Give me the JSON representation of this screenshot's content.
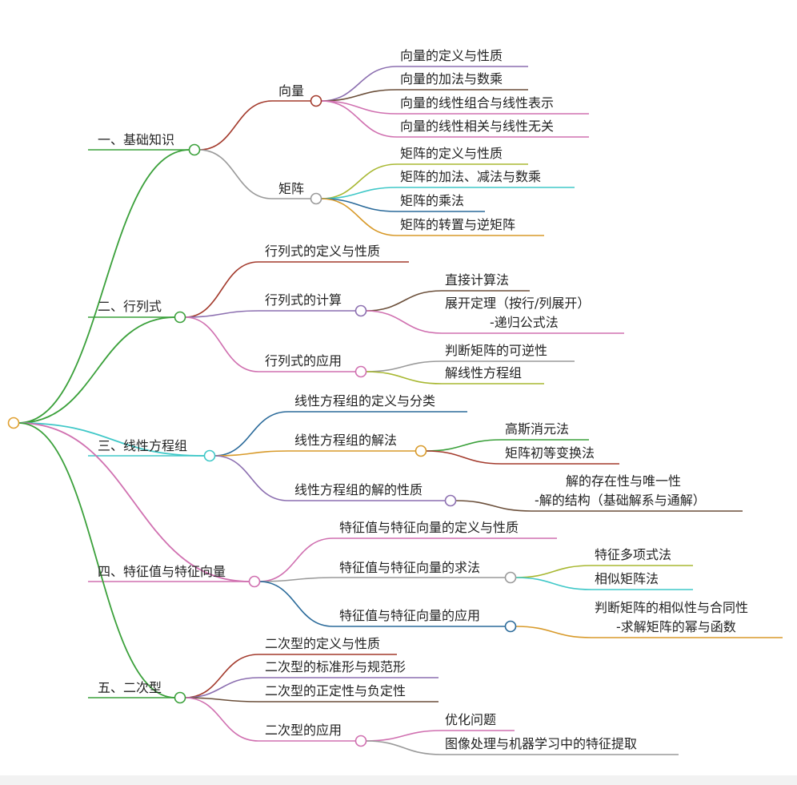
{
  "mindmap": {
    "root": {
      "label": "",
      "color": "#e0a030"
    },
    "sections": [
      {
        "label": "一、基础知识",
        "color": "#3aa03a",
        "children": [
          {
            "label": "向量",
            "color": "#a33a2c",
            "children": [
              {
                "label": "向量的定义与性质",
                "color": "#8c6fb0"
              },
              {
                "label": "向量的加法与数乘",
                "color": "#6b4f3a"
              },
              {
                "label": "向量的线性组合与线性表示",
                "color": "#d070b0"
              },
              {
                "label": "向量的线性相关与线性无关",
                "color": "#d070b0"
              }
            ]
          },
          {
            "label": "矩阵",
            "color": "#9a9a9a",
            "children": [
              {
                "label": "矩阵的定义与性质",
                "color": "#a8b832"
              },
              {
                "label": "矩阵的加法、减法与数乘",
                "color": "#40c8c8"
              },
              {
                "label": "矩阵的乘法",
                "color": "#2a6a9a"
              },
              {
                "label": "矩阵的转置与逆矩阵",
                "color": "#d89a2a"
              }
            ]
          }
        ]
      },
      {
        "label": "二、行列式",
        "color": "#3aa03a",
        "children": [
          {
            "label": "行列式的定义与性质",
            "color": "#a33a2c",
            "children": []
          },
          {
            "label": "行列式的计算",
            "color": "#8c6fb0",
            "children": [
              {
                "label": "直接计算法",
                "color": "#6b4f3a"
              },
              {
                "label": "展开定理（按行/列展开）\n-递归公式法",
                "color": "#d070b0"
              }
            ]
          },
          {
            "label": "行列式的应用",
            "color": "#d070b0",
            "children": [
              {
                "label": "判断矩阵的可逆性",
                "color": "#9a9a9a"
              },
              {
                "label": "解线性方程组",
                "color": "#a8b832"
              }
            ]
          }
        ]
      },
      {
        "label": "三、线性方程组",
        "color": "#40c8c8",
        "children": [
          {
            "label": "线性方程组的定义与分类",
            "color": "#2a6a9a",
            "children": []
          },
          {
            "label": "线性方程组的解法",
            "color": "#d89a2a",
            "children": [
              {
                "label": "高斯消元法",
                "color": "#3aa03a"
              },
              {
                "label": "矩阵初等变换法",
                "color": "#a33a2c"
              }
            ]
          },
          {
            "label": "线性方程组的解的性质",
            "color": "#8c6fb0",
            "children": [
              {
                "label": "解的存在性与唯一性\n-解的结构（基础解系与通解）",
                "color": "#6b4f3a"
              }
            ]
          }
        ]
      },
      {
        "label": "四、特征值与特征向量",
        "color": "#d070b0",
        "children": [
          {
            "label": "特征值与特征向量的定义与性质",
            "color": "#d070b0",
            "children": []
          },
          {
            "label": "特征值与特征向量的求法",
            "color": "#9a9a9a",
            "children": [
              {
                "label": "特征多项式法",
                "color": "#a8b832"
              },
              {
                "label": "相似矩阵法",
                "color": "#40c8c8"
              }
            ]
          },
          {
            "label": "特征值与特征向量的应用",
            "color": "#2a6a9a",
            "children": [
              {
                "label": "判断矩阵的相似性与合同性\n-求解矩阵的幂与函数",
                "color": "#d89a2a"
              }
            ]
          }
        ]
      },
      {
        "label": "五、二次型",
        "color": "#3aa03a",
        "children": [
          {
            "label": "二次型的定义与性质",
            "color": "#a33a2c",
            "children": []
          },
          {
            "label": "二次型的标准形与规范形",
            "color": "#8c6fb0",
            "children": []
          },
          {
            "label": "二次型的正定性与负定性",
            "color": "#6b4f3a",
            "children": []
          },
          {
            "label": "二次型的应用",
            "color": "#d070b0",
            "children": [
              {
                "label": "优化问题",
                "color": "#d070b0"
              },
              {
                "label": "图像处理与机器学习中的特征提取",
                "color": "#9a9a9a"
              }
            ]
          }
        ]
      }
    ]
  }
}
